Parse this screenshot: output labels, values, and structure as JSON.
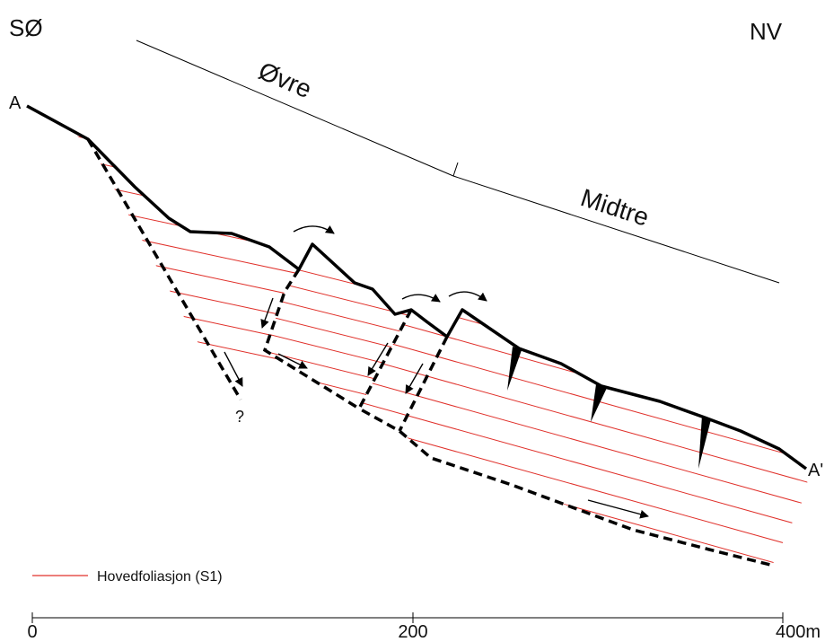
{
  "labels": {
    "se": "SØ",
    "nw": "NV",
    "start": "A",
    "end": "A'",
    "upper": "Øvre",
    "middle": "Midtre",
    "question": "?"
  },
  "legend": {
    "label": "Hovedfoliasjon (S1)",
    "color": "#e0302a"
  },
  "scale": {
    "ticks": [
      "0",
      "200",
      "400m"
    ]
  },
  "colors": {
    "foliation": "#e0302a",
    "line": "#000000"
  }
}
